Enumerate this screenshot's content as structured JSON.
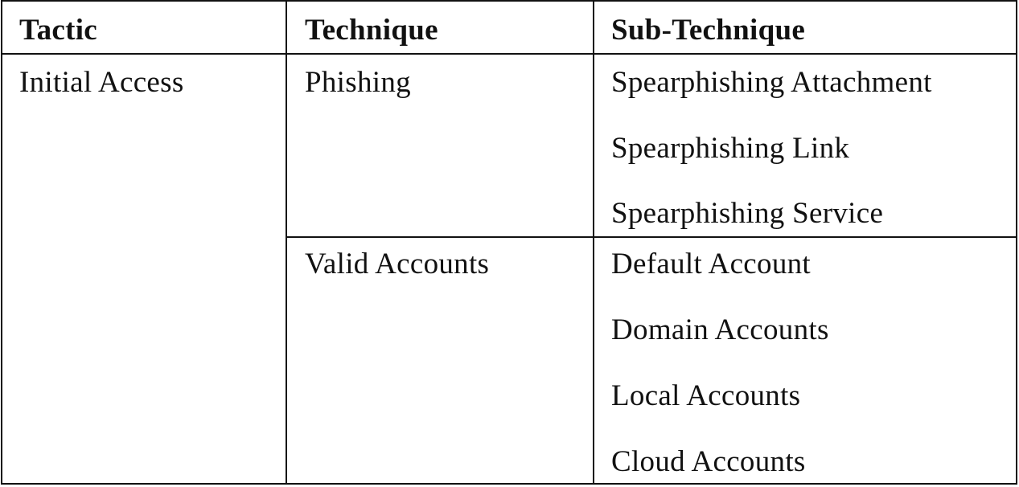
{
  "table": {
    "headers": {
      "tactic": "Tactic",
      "technique": "Technique",
      "sub_technique": "Sub-Technique"
    },
    "tactic": "Initial Access",
    "techniques": [
      {
        "name": "Phishing",
        "sub_techniques": [
          "Spearphishing Attachment",
          "Spearphishing Link",
          "Spearphishing Service"
        ]
      },
      {
        "name": "Valid Accounts",
        "sub_techniques": [
          "Default Account",
          "Domain Accounts",
          "Local Accounts",
          "Cloud Accounts"
        ]
      }
    ]
  }
}
